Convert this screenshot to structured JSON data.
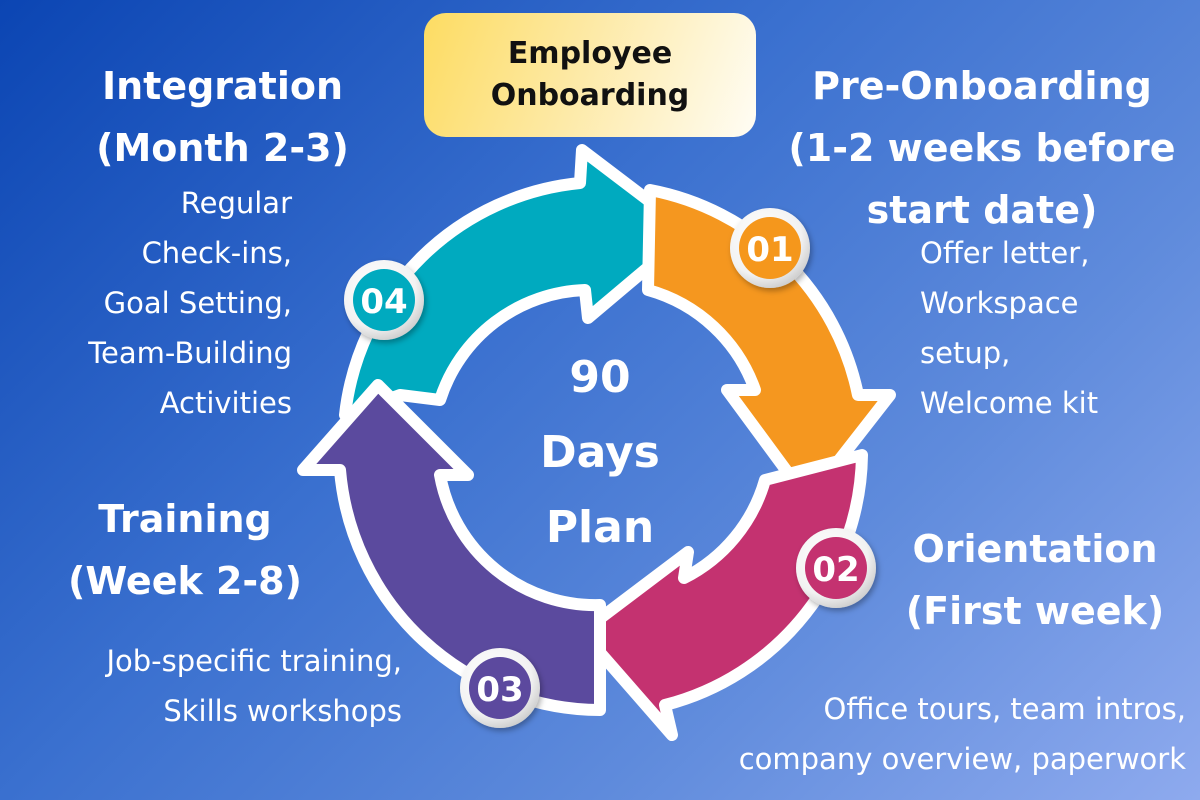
{
  "title": {
    "line1": "Employee",
    "line2": "Onboarding"
  },
  "center": {
    "line1": "90",
    "line2": "Days",
    "line3": "Plan"
  },
  "colors": {
    "background_start": "#0b45b3",
    "background_end": "#8eaaee",
    "title_gradient_start": "#fddc62",
    "title_gradient_end": "#fffdf5",
    "stage_01": "#f5971f",
    "stage_02": "#c43270",
    "stage_03": "#5b4a9e",
    "stage_04": "#00aabf",
    "outline": "#ffffff"
  },
  "stages": [
    {
      "number": "01",
      "title_line1": "Pre-Onboarding",
      "title_line2": "(1-2 weeks before",
      "title_line3": "start date)",
      "desc": [
        "Offer letter,",
        "Workspace",
        "setup,",
        "Welcome kit"
      ]
    },
    {
      "number": "02",
      "title_line1": "Orientation",
      "title_line2": "(First week)",
      "desc": [
        "Office tours, team intros,",
        "company overview, paperwork"
      ]
    },
    {
      "number": "03",
      "title_line1": "Training",
      "title_line2": "(Week 2-8)",
      "desc": [
        "Job-specific training,",
        "Skills workshops"
      ]
    },
    {
      "number": "04",
      "title_line1": "Integration",
      "title_line2": "(Month 2-3)",
      "desc": [
        "Regular",
        "Check-ins,",
        "Goal Setting,",
        "Team-Building",
        "Activities"
      ]
    }
  ]
}
